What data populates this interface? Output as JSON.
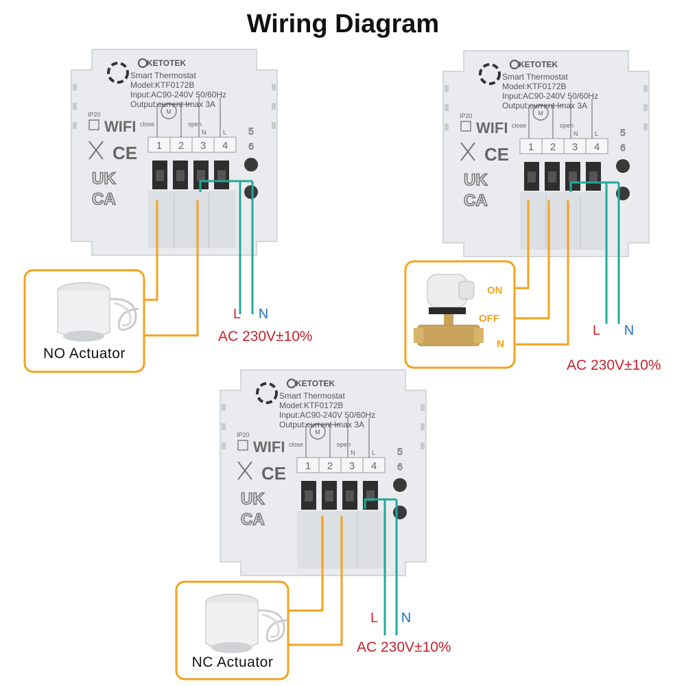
{
  "title": "Wiring Diagram",
  "device": {
    "brand": "KETOTEK",
    "name": "Smart Thermostat",
    "model": "Model:KTF0172B",
    "input": "Input:AC90-240V 50/60Hz",
    "output": "Output:current Imax 3A",
    "ip_rating": "IP20",
    "wifi": "WIFI",
    "ce": "CE",
    "uk": "UK",
    "ca": "CA",
    "terminals": [
      "1",
      "2",
      "3",
      "4"
    ],
    "extra_terminals": [
      "5",
      "6"
    ],
    "label_close": "close",
    "label_open": "open",
    "label_m": "M",
    "label_n": "N",
    "label_l": "L"
  },
  "power": {
    "l_label": "L",
    "n_label": "N",
    "voltage_label": "AC 230V±10%"
  },
  "diagrams": [
    {
      "id": "no-actuator",
      "actuator_label": "NO Actuator"
    },
    {
      "id": "valve",
      "valve_labels": [
        "ON",
        "OFF",
        "N"
      ]
    },
    {
      "id": "nc-actuator",
      "actuator_label": "NC Actuator"
    }
  ],
  "colors": {
    "live_wire": "#22a99a",
    "neutral_wire": "#22a99a",
    "load_wire": "#f4a21d",
    "frame": "#f4a21d",
    "l_text": "#d3242b",
    "n_text": "#1d6fc0",
    "voltage_text": "#c8202a",
    "device_body": "#e9ebee"
  }
}
